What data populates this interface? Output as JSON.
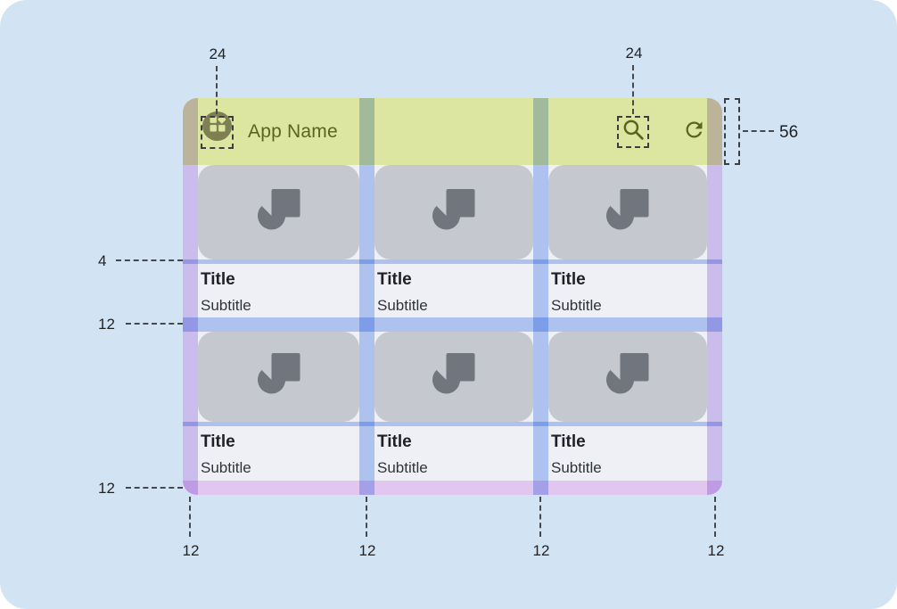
{
  "appbar": {
    "title": "App Name",
    "leading_icon": "dashboard-avatar-icon",
    "actions": [
      "search",
      "refresh"
    ]
  },
  "cards": [
    {
      "title": "Title",
      "subtitle": "Subtitle"
    },
    {
      "title": "Title",
      "subtitle": "Subtitle"
    },
    {
      "title": "Title",
      "subtitle": "Subtitle"
    },
    {
      "title": "Title",
      "subtitle": "Subtitle"
    },
    {
      "title": "Title",
      "subtitle": "Subtitle"
    },
    {
      "title": "Title",
      "subtitle": "Subtitle"
    }
  ],
  "annotations": {
    "leading_icon_size": "24",
    "action_icon_size": "24",
    "appbar_height": "56",
    "image_text_gap": "4",
    "row_gutter": "12",
    "bottom_margin": "12",
    "bottom_left_margin": "12",
    "bottom_gutter_1": "12",
    "bottom_gutter_2": "12",
    "bottom_right_margin": "12"
  },
  "colors": {
    "page_background": "#d2e4f4",
    "appbar_overlay_green": "#dce6a0",
    "appbar_content_olive": "#59641f",
    "side_margin_overlay_purple": "#d9c8f5",
    "bottom_margin_overlay_pink": "#f2d3f8",
    "gutter_overlay_blue": "#bacef8",
    "image_placeholder_gray": "#c5c8ce",
    "placeholder_glyph_gray": "#70757e",
    "mock_surface": "#eef0f6"
  }
}
